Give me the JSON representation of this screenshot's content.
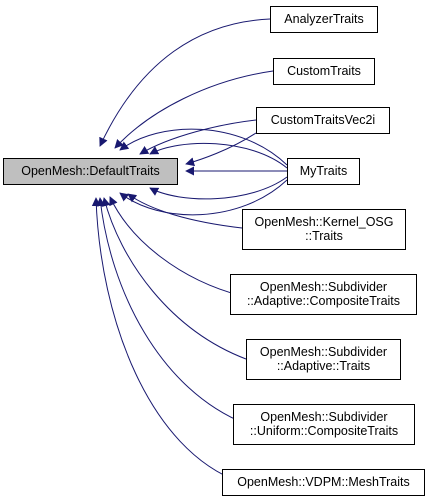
{
  "diagram": {
    "colors": {
      "root_fill": "#bfbfbf",
      "node_fill": "#ffffff",
      "border": "#000000",
      "edge": "#191970"
    },
    "root": {
      "id": "default-traits",
      "lines": [
        "OpenMesh::DefaultTraits"
      ]
    },
    "nodes": [
      {
        "id": "analyzer-traits",
        "lines": [
          "AnalyzerTraits"
        ]
      },
      {
        "id": "custom-traits",
        "lines": [
          "CustomTraits"
        ]
      },
      {
        "id": "custom-traits-vec2i",
        "lines": [
          "CustomTraitsVec2i"
        ]
      },
      {
        "id": "my-traits",
        "lines": [
          "MyTraits"
        ]
      },
      {
        "id": "kernel-osg-traits",
        "lines": [
          "OpenMesh::Kernel_OSG",
          "::Traits"
        ]
      },
      {
        "id": "adaptive-composite-traits",
        "lines": [
          "OpenMesh::Subdivider",
          "::Adaptive::CompositeTraits"
        ]
      },
      {
        "id": "adaptive-traits",
        "lines": [
          "OpenMesh::Subdivider",
          "::Adaptive::Traits"
        ]
      },
      {
        "id": "uniform-composite-traits",
        "lines": [
          "OpenMesh::Subdivider",
          "::Uniform::CompositeTraits"
        ]
      },
      {
        "id": "vdpm-mesh-traits",
        "lines": [
          "OpenMesh::VDPM::MeshTraits"
        ]
      }
    ],
    "edges": [
      {
        "from": "analyzer-traits",
        "to": "default-traits"
      },
      {
        "from": "custom-traits",
        "to": "default-traits"
      },
      {
        "from": "custom-traits-vec2i",
        "to": "default-traits"
      },
      {
        "from": "my-traits",
        "to": "default-traits"
      },
      {
        "from": "kernel-osg-traits",
        "to": "default-traits"
      },
      {
        "from": "adaptive-composite-traits",
        "to": "default-traits"
      },
      {
        "from": "adaptive-traits",
        "to": "default-traits"
      },
      {
        "from": "uniform-composite-traits",
        "to": "default-traits"
      },
      {
        "from": "vdpm-mesh-traits",
        "to": "default-traits"
      }
    ]
  }
}
